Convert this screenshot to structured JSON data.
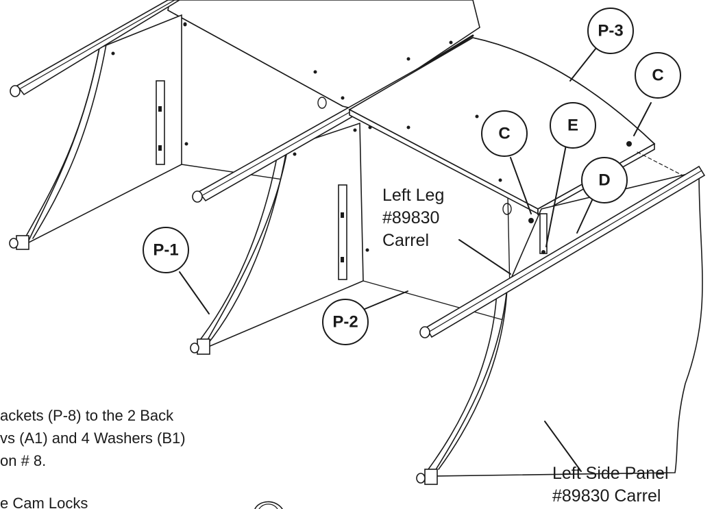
{
  "callouts": {
    "p1": "P-1",
    "p2": "P-2",
    "p3": "P-3",
    "c_left": "C",
    "c_right": "C",
    "e": "E",
    "d": "D"
  },
  "labels": {
    "left_leg": [
      "Left Leg",
      "#89830",
      "Carrel"
    ],
    "left_side_panel": [
      "Left Side Panel",
      "#89830 Carrel"
    ]
  },
  "instructions": {
    "line1": "ackets (P-8) to the 2 Back",
    "line2": "vs (A1) and 4 Washers (B1)",
    "line3": "on # 8.",
    "line4": "e Cam Locks"
  },
  "colors": {
    "ink": "#1a1a1a",
    "paper": "#ffffff"
  }
}
